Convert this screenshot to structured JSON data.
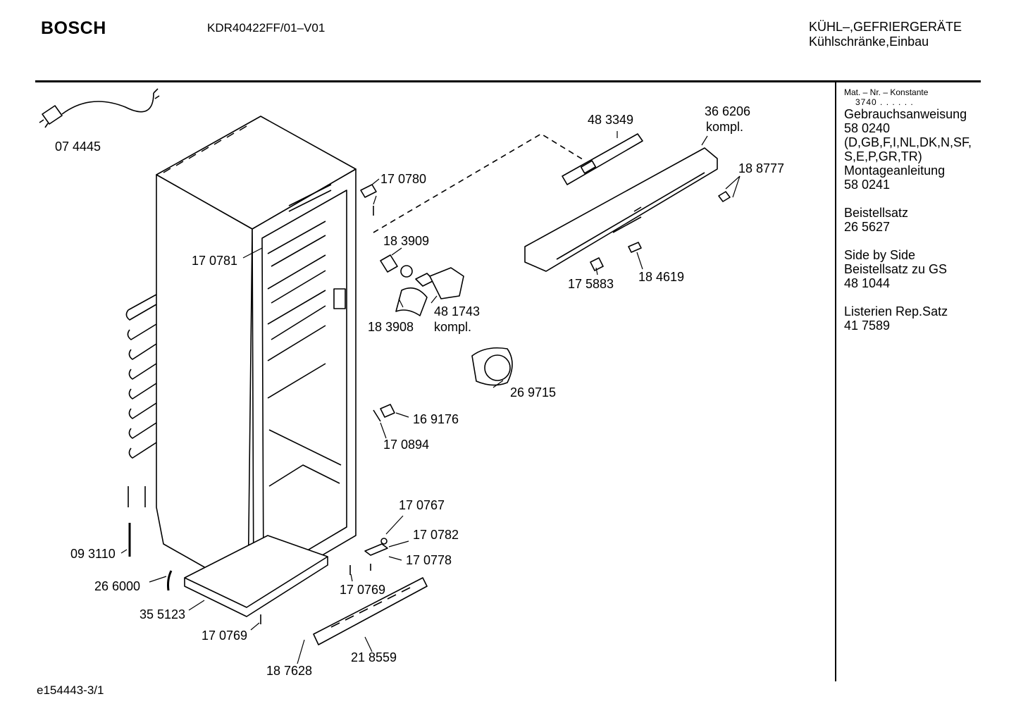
{
  "header": {
    "brand": "BOSCH",
    "model": "KDR40422FF/01–V01",
    "category_line1": "KÜHL–,GEFRIERGERÄTE",
    "category_line2": "Kühlschränke,Einbau"
  },
  "side_panel": {
    "mat_nr_label": "Mat. – Nr. – Konstante",
    "mat_nr_value": "3740 . . . . . .",
    "lines": [
      "Gebrauchsanweisung",
      "58 0240",
      "(D,GB,F,I,NL,DK,N,SF,",
      "S,E,P,GR,TR)",
      "Montageanleitung",
      "58 0241",
      "",
      "Beistellsatz",
      "26 5627",
      "",
      "Side by Side",
      "Beistellsatz zu GS",
      "48 1044",
      "",
      "Listerien Rep.Satz",
      "41 7589"
    ]
  },
  "parts": [
    "07 4445",
    "48 3349",
    "36 6206",
    "kompl.",
    "18 8777",
    "17 0780",
    "18 3909",
    "17 0781",
    "48 1743",
    "kompl.",
    "18 3908",
    "17 5883",
    "18 4619",
    "26 9715",
    "16 9176",
    "17 0894",
    "17 0767",
    "17 0782",
    "17 0778",
    "09 3110",
    "17 0769",
    "26 6000",
    "35 5123",
    "17 0769",
    "18 7628",
    "21 8559"
  ],
  "footer": {
    "diagram_id": "e154443-3/1"
  }
}
